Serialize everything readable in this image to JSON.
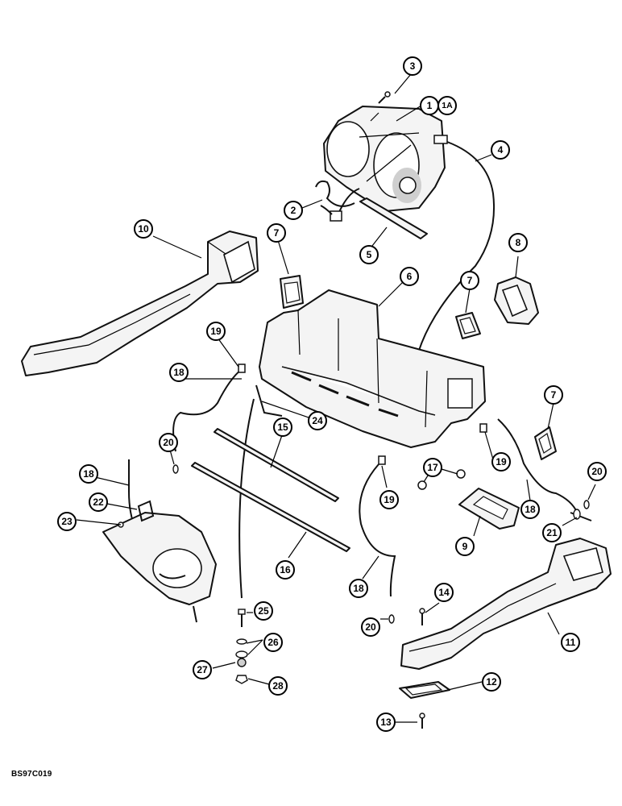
{
  "figure": {
    "reference_code": "BS97C019"
  },
  "callouts": [
    {
      "id": "c1",
      "label": "1"
    },
    {
      "id": "c1a",
      "label": "1A"
    },
    {
      "id": "c2",
      "label": "2"
    },
    {
      "id": "c3",
      "label": "3"
    },
    {
      "id": "c4",
      "label": "4"
    },
    {
      "id": "c5",
      "label": "5"
    },
    {
      "id": "c6",
      "label": "6"
    },
    {
      "id": "c7a",
      "label": "7"
    },
    {
      "id": "c7b",
      "label": "7"
    },
    {
      "id": "c7c",
      "label": "7"
    },
    {
      "id": "c8",
      "label": "8"
    },
    {
      "id": "c9",
      "label": "9"
    },
    {
      "id": "c10",
      "label": "10"
    },
    {
      "id": "c11",
      "label": "11"
    },
    {
      "id": "c12",
      "label": "12"
    },
    {
      "id": "c13",
      "label": "13"
    },
    {
      "id": "c14",
      "label": "14"
    },
    {
      "id": "c15",
      "label": "15"
    },
    {
      "id": "c16",
      "label": "16"
    },
    {
      "id": "c17",
      "label": "17"
    },
    {
      "id": "c18a",
      "label": "18"
    },
    {
      "id": "c18b",
      "label": "18"
    },
    {
      "id": "c18c",
      "label": "18"
    },
    {
      "id": "c18d",
      "label": "18"
    },
    {
      "id": "c19a",
      "label": "19"
    },
    {
      "id": "c19b",
      "label": "19"
    },
    {
      "id": "c19c",
      "label": "19"
    },
    {
      "id": "c20a",
      "label": "20"
    },
    {
      "id": "c20b",
      "label": "20"
    },
    {
      "id": "c20c",
      "label": "20"
    },
    {
      "id": "c21",
      "label": "21"
    },
    {
      "id": "c22",
      "label": "22"
    },
    {
      "id": "c23",
      "label": "23"
    },
    {
      "id": "c24",
      "label": "24"
    },
    {
      "id": "c25",
      "label": "25"
    },
    {
      "id": "c26",
      "label": "26"
    },
    {
      "id": "c27",
      "label": "27"
    },
    {
      "id": "c28",
      "label": "28"
    }
  ]
}
